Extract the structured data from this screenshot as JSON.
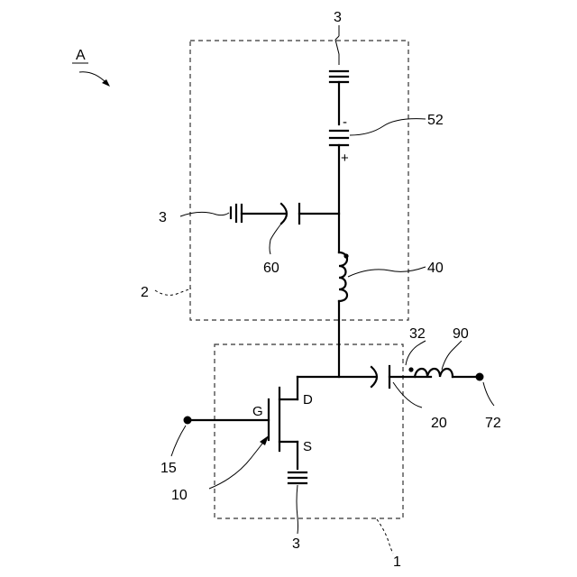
{
  "figure_label": "A",
  "labels": {
    "ground_top": "3",
    "battery": "52",
    "battery_minus": "-",
    "battery_plus": "+",
    "ground_left": "3",
    "capacitor_60": "60",
    "inductor_40": "40",
    "box_2": "2",
    "capacitor_32": "32",
    "inductor_90": "90",
    "node_20": "20",
    "terminal_72": "72",
    "gate": "G",
    "drain": "D",
    "source": "S",
    "terminal_15": "15",
    "transistor_10": "10",
    "ground_bottom": "3",
    "box_1": "1"
  }
}
